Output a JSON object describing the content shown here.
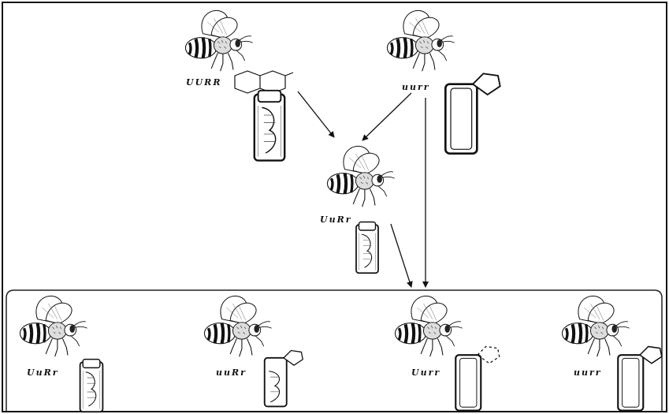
{
  "parents": [
    {
      "id": "parent-left",
      "genotype": "UURR",
      "cell": "capped"
    },
    {
      "id": "parent-right",
      "genotype": "uurr",
      "cell": "uncapped-empty"
    }
  ],
  "f1": {
    "genotype": "UuRr",
    "cell": "capped-small"
  },
  "offspring": [
    {
      "genotype": "UuRr",
      "cell": "capped"
    },
    {
      "genotype": "uuRr",
      "cell": "uncapped-larva"
    },
    {
      "genotype": "Uurr",
      "cell": "uncapped-dashed"
    },
    {
      "genotype": "uurr",
      "cell": "uncapped-empty"
    }
  ],
  "colors": {
    "ink": "#111111",
    "line": "#222222",
    "background": "#ffffff"
  }
}
